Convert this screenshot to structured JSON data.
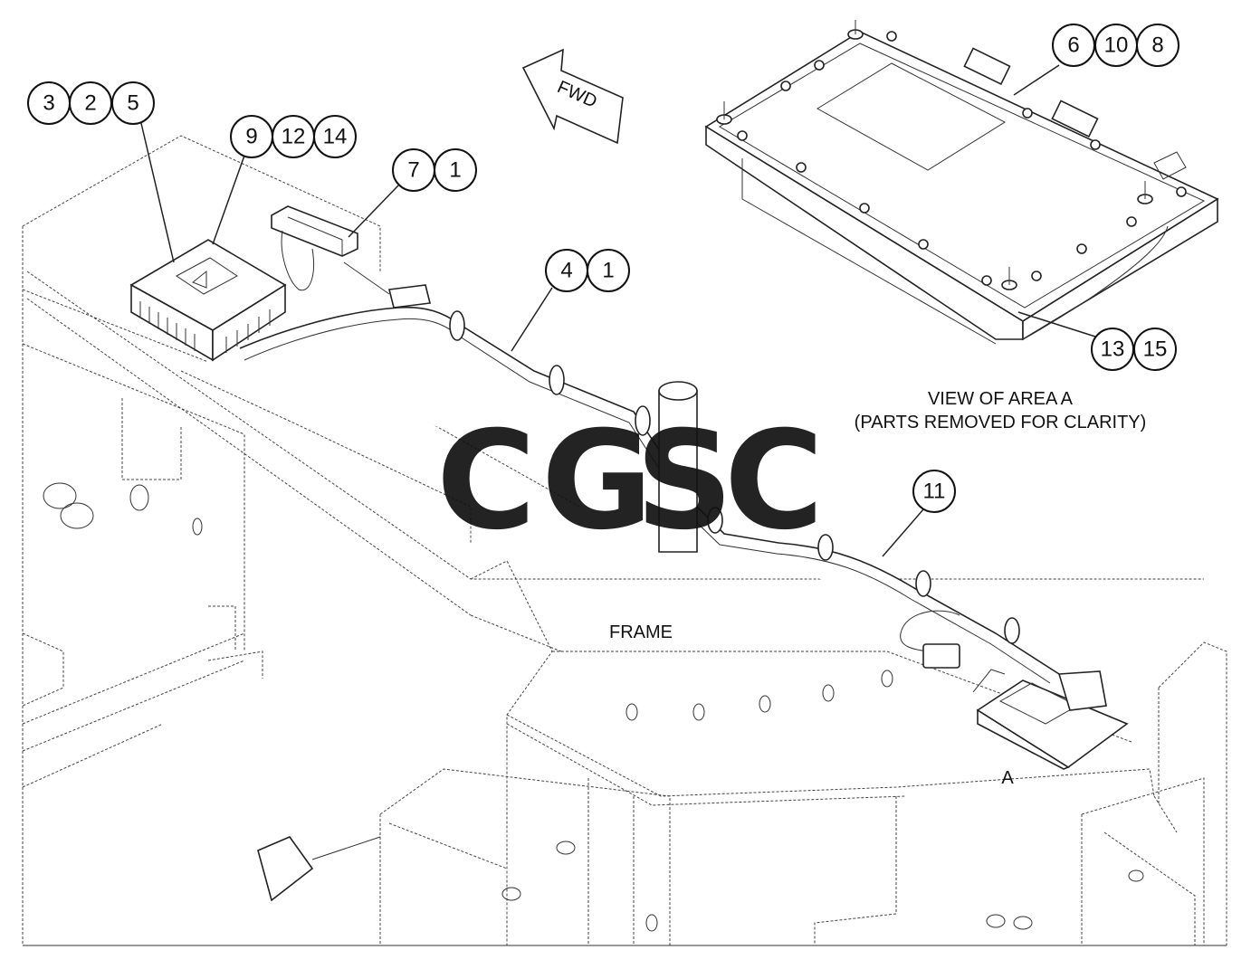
{
  "colors": {
    "line": "#222222",
    "watermark_blue": "#6d9eef",
    "watermark_red": "#ef8a80",
    "watermark_yellow": "#f5d36a",
    "watermark_green": "#6fc0a0"
  },
  "callout_groups": [
    {
      "name": "callout-group-3-2-5",
      "numbers": [
        "3",
        "2",
        "5"
      ]
    },
    {
      "name": "callout-group-9-12-14",
      "numbers": [
        "9",
        "12",
        "14"
      ]
    },
    {
      "name": "callout-group-7-1",
      "numbers": [
        "7",
        "1"
      ]
    },
    {
      "name": "callout-group-4-1",
      "numbers": [
        "4",
        "1"
      ]
    },
    {
      "name": "callout-group-6-10-8",
      "numbers": [
        "6",
        "10",
        "8"
      ]
    },
    {
      "name": "callout-group-13-15",
      "numbers": [
        "13",
        "15"
      ]
    },
    {
      "name": "callout-group-11",
      "numbers": [
        "11"
      ]
    }
  ],
  "labels": {
    "fwd": "FWD",
    "view_line1": "VIEW OF AREA A",
    "view_line2": "(PARTS REMOVED FOR CLARITY)",
    "frame": "FRAME",
    "area": "A"
  },
  "watermark": {
    "letters": [
      "C",
      "G",
      "S",
      "C"
    ]
  }
}
